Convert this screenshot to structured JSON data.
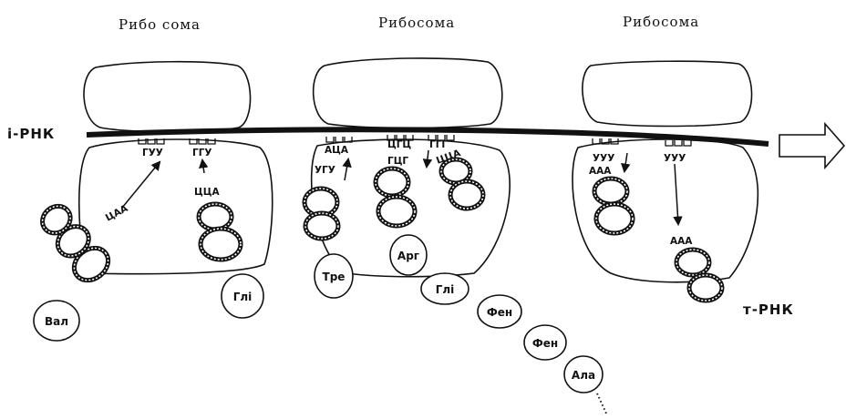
{
  "labels": {
    "ribosome_1": "Рибо сома",
    "ribosome_2": "Рибосома",
    "ribosome_3": "Рибосома",
    "mrna": "і-РНК",
    "trna": "т-РНК"
  },
  "ribosome_1": {
    "mrna_codons": [
      "ГУУ",
      "ГГУ"
    ],
    "anticodons": [
      "ЦАА",
      "ЦЦА"
    ],
    "amino_acids": [
      "Вал",
      "Глі"
    ]
  },
  "ribosome_2": {
    "mrna_codons": [
      "АЦА",
      "ЦГЦ",
      "ГГГ"
    ],
    "anticodons": [
      "УГУ",
      "ГЦГ",
      "ЦЦА"
    ],
    "amino_acids": [
      "Тре",
      "Арг",
      "Глі",
      "Фен",
      "Фен",
      "Ала"
    ]
  },
  "ribosome_3": {
    "mrna_codons": [
      "УУУ",
      "УУУ"
    ],
    "anticodons": [
      "ААА",
      "ААА"
    ]
  },
  "colors": {
    "ink": "#111111",
    "background": "#ffffff"
  },
  "icons": {
    "direction": "arrow-right-icon"
  }
}
